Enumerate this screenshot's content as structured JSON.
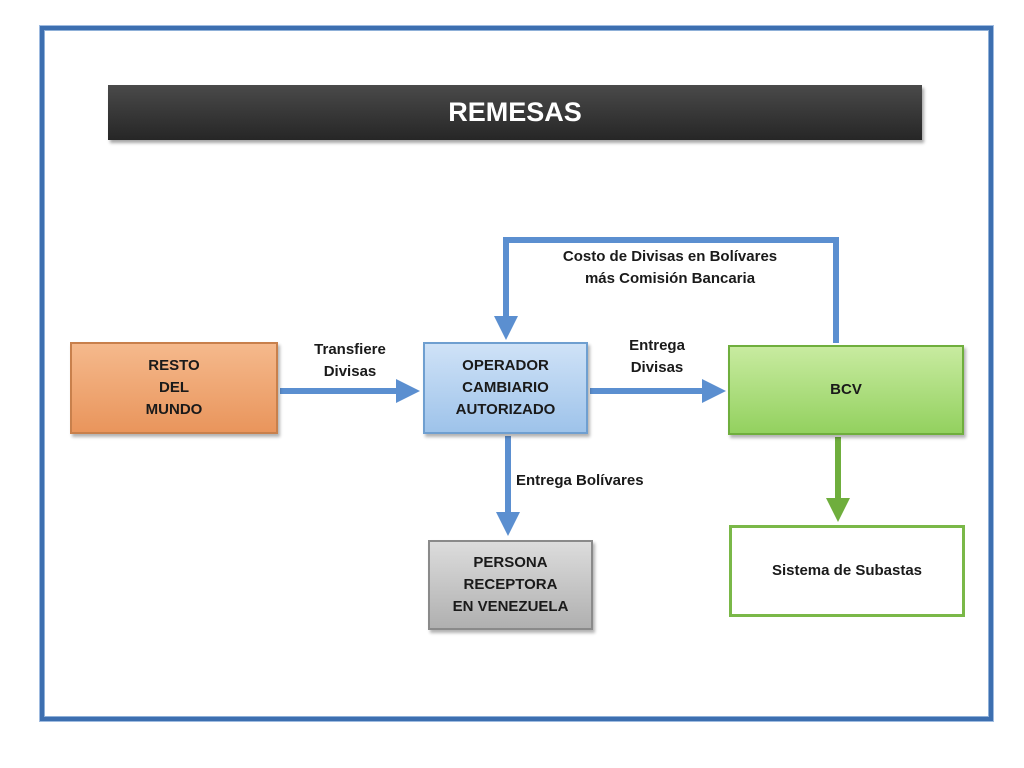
{
  "title": "REMESAS",
  "nodes": {
    "resto": [
      "RESTO",
      "DEL",
      "MUNDO"
    ],
    "operador": [
      "OPERADOR",
      "CAMBIARIO",
      "AUTORIZADO"
    ],
    "bcv": [
      "BCV"
    ],
    "persona": [
      "PERSONA",
      "RECEPTORA",
      "EN VENEZUELA"
    ],
    "subastas": [
      "Sistema de Subastas"
    ]
  },
  "edges": {
    "transfiere": [
      "Transfiere",
      "Divisas"
    ],
    "entrega_divisas": [
      "Entrega",
      "Divisas"
    ],
    "costo": [
      "Costo de Divisas en Bolívares",
      "más Comisión Bancaria"
    ],
    "entrega_bolivares": [
      "Entrega Bolívares"
    ]
  },
  "colors": {
    "frame": "#3d6fb0",
    "title_bar": "#333333",
    "resto": "#f0a674",
    "operador": "#b6d3f1",
    "bcv": "#a9db7a",
    "persona": "#c4c4c4",
    "subastas_border": "#7ab848",
    "arrow_blue": "#5b8fd0",
    "arrow_green": "#6fae3d"
  }
}
